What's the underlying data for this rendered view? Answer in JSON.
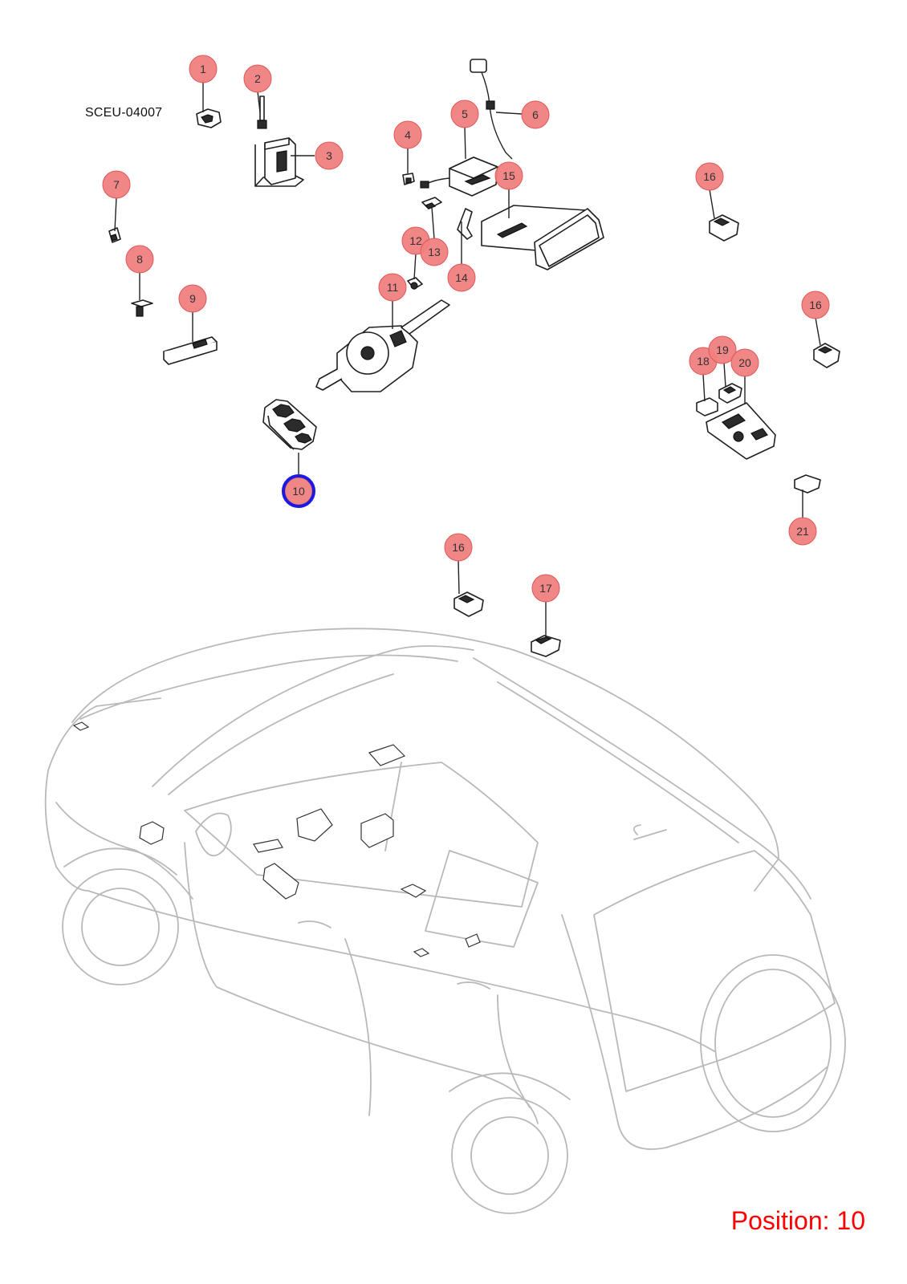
{
  "diagram_code": "SCEU-04007",
  "selected_position": "10",
  "position_label": "Position: 10",
  "callouts": [
    {
      "label": "1"
    },
    {
      "label": "2"
    },
    {
      "label": "3"
    },
    {
      "label": "4"
    },
    {
      "label": "5"
    },
    {
      "label": "6"
    },
    {
      "label": "7"
    },
    {
      "label": "8"
    },
    {
      "label": "9"
    },
    {
      "label": "10"
    },
    {
      "label": "11"
    },
    {
      "label": "12"
    },
    {
      "label": "13"
    },
    {
      "label": "14"
    },
    {
      "label": "15"
    },
    {
      "label": "16"
    },
    {
      "label": "16"
    },
    {
      "label": "16"
    },
    {
      "label": "17"
    },
    {
      "label": "18"
    },
    {
      "label": "19"
    },
    {
      "label": "20"
    },
    {
      "label": "21"
    }
  ],
  "colors": {
    "callout_fill": "#f08080",
    "selected_ring": "#1a1ae6",
    "position_text": "#ff0000",
    "car_outline": "#b9b9b9"
  }
}
